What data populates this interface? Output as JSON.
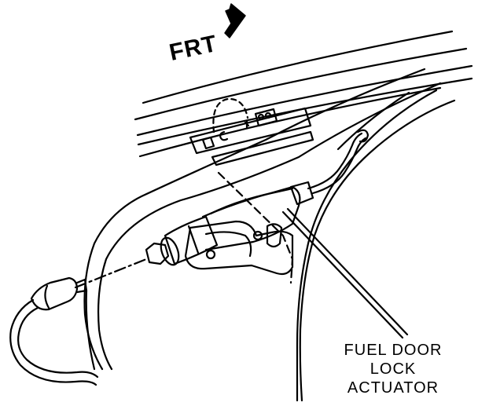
{
  "diagram": {
    "direction_label": "FRT",
    "direction_arrow_icon": "front-direction-arrow-icon",
    "callout_lines": [
      "FUEL DOOR",
      "LOCK",
      "ACTUATOR"
    ],
    "colors": {
      "ink": "#000000",
      "paper": "#ffffff"
    }
  }
}
